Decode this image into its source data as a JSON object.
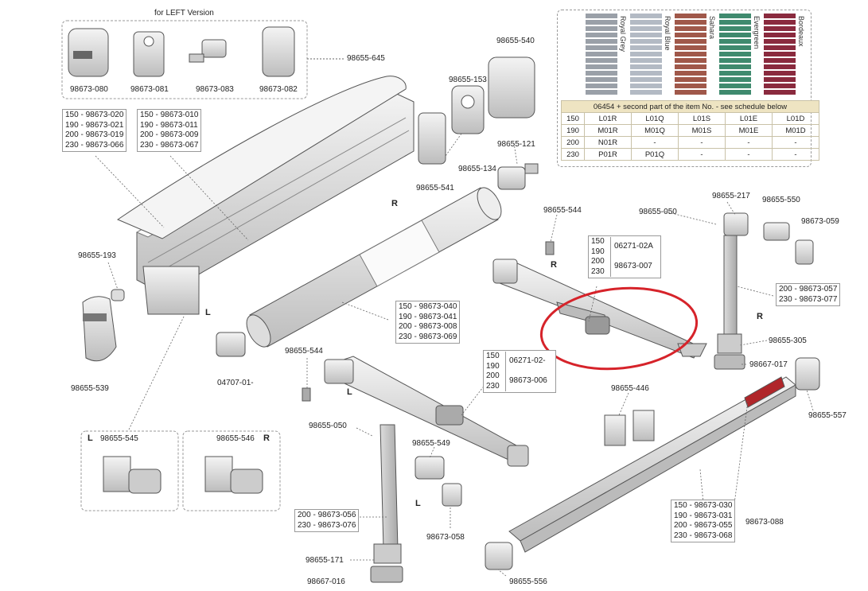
{
  "left_version": {
    "title": "for LEFT Version",
    "parts": [
      "98673-080",
      "98673-081",
      "98673-083",
      "98673-082"
    ],
    "group_part": "98655-645"
  },
  "size_tables": {
    "profile_front": [
      "150 - 98673-020",
      "190 - 98673-021",
      "200 - 98673-019",
      "230 - 98673-066"
    ],
    "profile_case": [
      "150 - 98673-010",
      "190 - 98673-011",
      "200 - 98673-009",
      "230 - 98673-067"
    ],
    "roller_tube": [
      "150 - 98673-040",
      "190 - 98673-041",
      "200 - 98673-008",
      "230 - 98673-069"
    ],
    "right_arm": [
      "150",
      "190",
      "200",
      "230"
    ],
    "right_arm_codes": [
      "06271-02A",
      "98673-007"
    ],
    "left_arm": [
      "150",
      "190",
      "200",
      "230"
    ],
    "left_arm_codes": [
      "06271-02-",
      "98673-006"
    ],
    "right_leg": [
      "200 - 98673-057",
      "230 - 98673-077"
    ],
    "left_leg": [
      "200 - 98673-056",
      "230 - 98673-076"
    ],
    "lead_rail": [
      "150 - 98673-030",
      "190 - 98673-031",
      "200 - 98673-055",
      "230 - 98673-068"
    ]
  },
  "parts": {
    "p540": "98655-540",
    "p153": "98655-153",
    "p134": "98655-134",
    "p121": "98655-121",
    "p541": "98655-541",
    "p193": "98655-193",
    "p539": "98655-539",
    "p04707": "04707-01-",
    "p544a": "98655-544",
    "p544b": "98655-544",
    "p050a": "98655-050",
    "p050b": "98655-050",
    "p217": "98655-217",
    "p550": "98655-550",
    "p059": "98673-059",
    "p305": "98655-305",
    "p017": "98667-017",
    "p557": "98655-557",
    "p446": "98655-446",
    "p549": "98655-549",
    "p058": "98673-058",
    "p171": "98655-171",
    "p016": "98667-016",
    "p556": "98655-556",
    "p088": "98673-088",
    "p545": "98655-545",
    "p546": "98655-546"
  },
  "side_marks": {
    "r1": "R",
    "l1": "L",
    "r2": "R",
    "l2": "L",
    "r3": "R",
    "l3": "L",
    "l545": "L",
    "r546": "R"
  },
  "fabric": {
    "header": "06454 + second part of the item No. - see schedule below",
    "colors": [
      {
        "name": "Royal Grey",
        "hex": "#9aa0a8"
      },
      {
        "name": "Royal Blue",
        "hex": "#b3bac4"
      },
      {
        "name": "Sahara",
        "hex": "#a0584a"
      },
      {
        "name": "Evergreen",
        "hex": "#3f8a6e"
      },
      {
        "name": "Bordeaux",
        "hex": "#8a2a3e"
      }
    ],
    "rows": [
      {
        "size": "150",
        "codes": [
          "L01R",
          "L01Q",
          "L01S",
          "L01E",
          "L01D"
        ]
      },
      {
        "size": "190",
        "codes": [
          "M01R",
          "M01Q",
          "M01S",
          "M01E",
          "M01D"
        ]
      },
      {
        "size": "200",
        "codes": [
          "N01R",
          "-",
          "-",
          "-",
          "-"
        ]
      },
      {
        "size": "230",
        "codes": [
          "P01R",
          "P01Q",
          "-",
          "-",
          "-"
        ]
      }
    ]
  },
  "colors": {
    "line": "#555555",
    "part_fill": "#e8e8e8",
    "part_dark": "#9a9a9a",
    "highlight": "#d6232a"
  }
}
